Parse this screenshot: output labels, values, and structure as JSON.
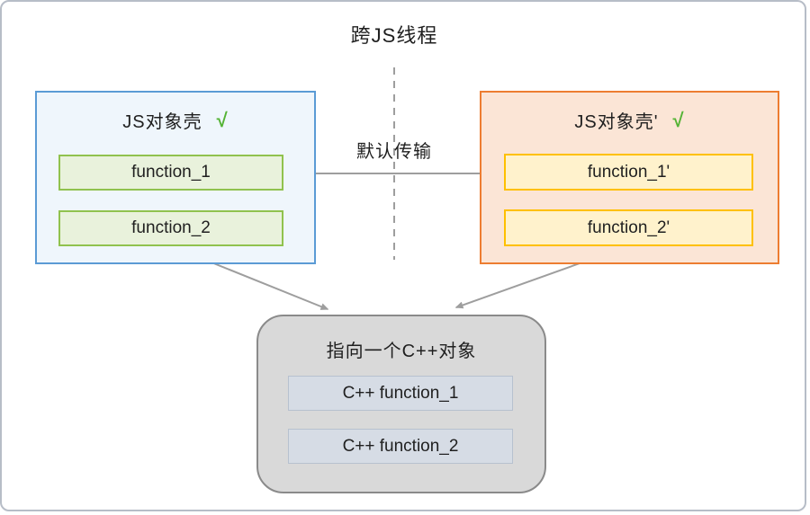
{
  "title": "跨JS线程",
  "transfer_label": "默认传输",
  "left_box": {
    "header": "JS对象壳",
    "check": "√",
    "items": [
      "function_1",
      "function_2"
    ]
  },
  "right_box": {
    "header": "JS对象壳'",
    "check": "√",
    "items": [
      "function_1'",
      "function_2'"
    ]
  },
  "cpp_box": {
    "header": "指向一个C++对象",
    "items": [
      "C++ function_1",
      "C++ function_2"
    ]
  },
  "icons": {
    "check_left": "check-icon",
    "check_right": "check-icon"
  },
  "colors": {
    "canvas_border": "#b7bdc7",
    "arrow": "#9e9e9e",
    "text": "#1f1f1f",
    "check_green": "#54b335",
    "left_fill": "#eff6fc",
    "left_border": "#5b9bd5",
    "green_fill": "#e9f2dc",
    "green_border": "#90c24e",
    "right_fill": "#fbe5d6",
    "right_border": "#ed7d31",
    "yellow_fill": "#fff2cc",
    "yellow_border": "#fec000",
    "gray_fill": "#d9d9d9",
    "gray_border": "#8a8a8a",
    "cpp_fill": "#d6dce5",
    "cpp_border": "#b7c1cf"
  }
}
